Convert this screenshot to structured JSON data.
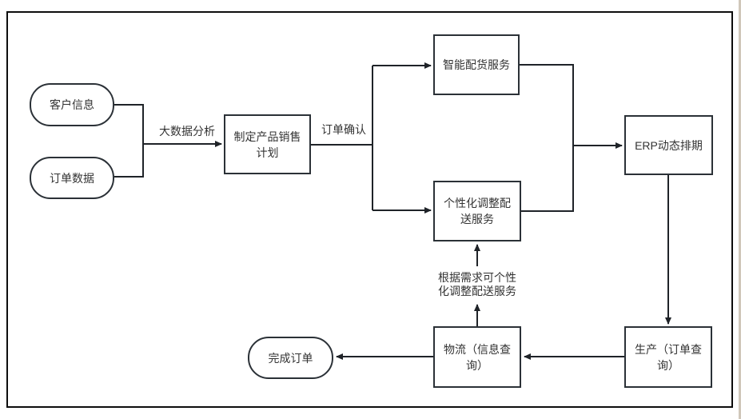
{
  "diagram": {
    "title_hint": "order-fulfillment-flowchart",
    "nodes": {
      "customer_info": {
        "label": "客户信息",
        "shape": "rounded"
      },
      "order_data": {
        "label": "订单数据",
        "shape": "rounded"
      },
      "sales_plan": {
        "label": "制定产品销售\n计划",
        "shape": "rect"
      },
      "smart_allocation": {
        "label": "智能配货服务",
        "shape": "rect"
      },
      "personalized_delivery": {
        "label": "个性化调整配\n送服务",
        "shape": "rect"
      },
      "erp_scheduling": {
        "label": "ERP动态排期",
        "shape": "rect"
      },
      "production": {
        "label": "生产（订单查\n询）",
        "shape": "rect"
      },
      "logistics": {
        "label": "物流（信息查\n询）",
        "shape": "rect"
      },
      "complete_order": {
        "label": "完成订单",
        "shape": "rounded"
      }
    },
    "edge_labels": {
      "big_data_analysis": "大数据分析",
      "order_confirmation": "订单确认",
      "personalization_note": "根据需求可个性\n化调整配送服务"
    },
    "colors": {
      "node_border": "#2b3137",
      "connector": "#1f2328",
      "frame_border": "#0d0d0d",
      "page_edge": "#d0c7ba",
      "text": "#333333",
      "background": "#ffffff"
    }
  }
}
